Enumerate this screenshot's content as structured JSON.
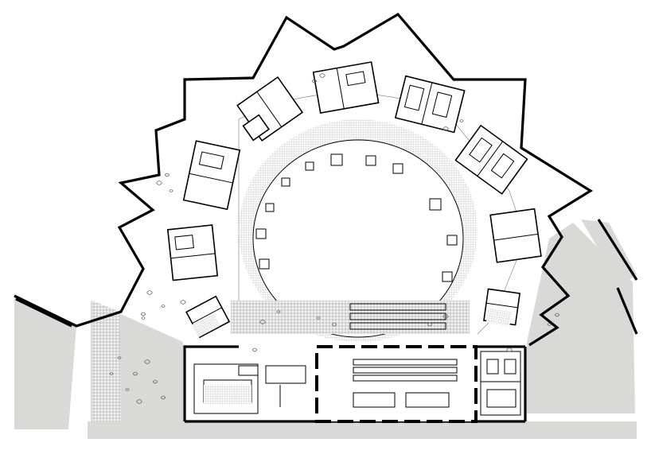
{
  "drawing": {
    "kind": "architectural floor plan",
    "colors": {
      "background": "#ffffff",
      "surroundings": "#d9d9d8",
      "walls": "#000000",
      "landscape_marks": "#666666"
    },
    "spaces": {
      "perimeter_units": 10,
      "central_courtyard": "circular",
      "south_wing_blocks": 3
    }
  }
}
